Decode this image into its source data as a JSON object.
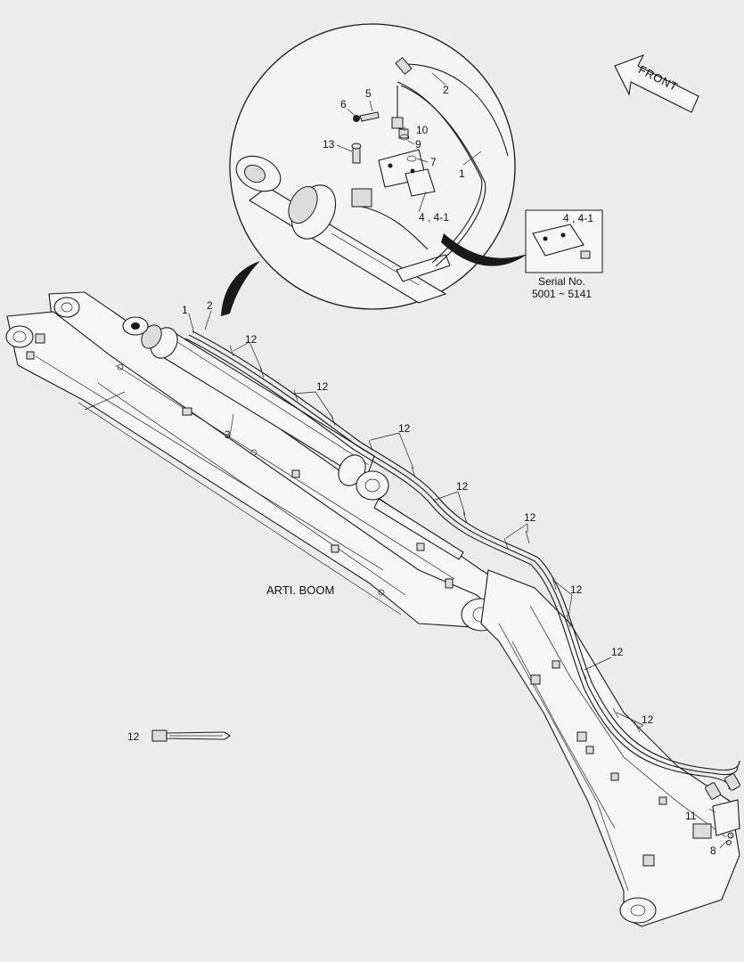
{
  "front_arrow": {
    "label": "FRONT"
  },
  "boom_label": "ARTI. BOOM",
  "serial_box": {
    "part_label": "4 , 4-1",
    "serial_title": "Serial No.",
    "serial_range": "5001 ~ 5141"
  },
  "callouts": {
    "c1_main": "1",
    "c2_main": "2",
    "c3": "3",
    "c8": "8",
    "c11": "11",
    "c12_legend": "12",
    "c12_a": "12",
    "c12_b": "12",
    "c12_c": "12",
    "c12_d": "12",
    "c12_e": "12",
    "c12_f": "12",
    "c12_g": "12",
    "c12_h": "12"
  },
  "detail": {
    "c1": "1",
    "c2": "2",
    "c4": "4 , 4-1",
    "c5": "5",
    "c6": "6",
    "c7": "7",
    "c9": "9",
    "c10": "10",
    "c13": "13"
  }
}
